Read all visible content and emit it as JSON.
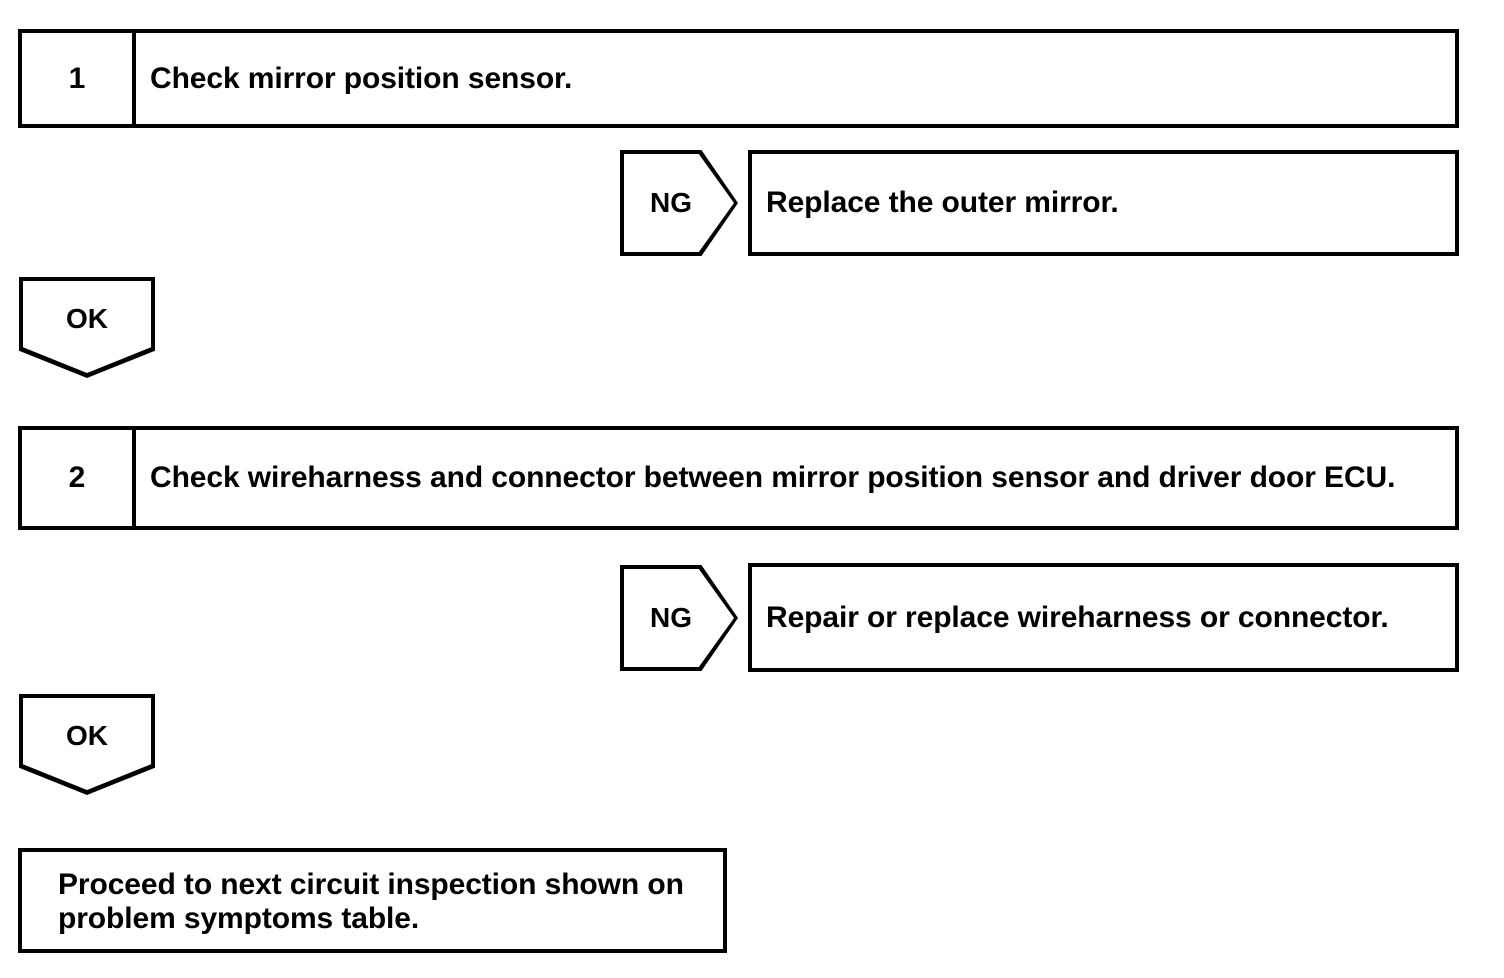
{
  "document": {
    "type": "troubleshooting-flowchart",
    "background_color": "#ffffff",
    "line_color": "#000000",
    "text_color": "#000000"
  },
  "steps": [
    {
      "number": "1",
      "text": "Check mirror position sensor.",
      "ng": {
        "label": "NG",
        "action": "Replace the outer mirror."
      },
      "ok": {
        "label": "OK"
      }
    },
    {
      "number": "2",
      "text": "Check wireharness and connector between mirror position sensor and driver door ECU.",
      "ng": {
        "label": "NG",
        "action": "Repair or replace wireharness or connector."
      },
      "ok": {
        "label": "OK"
      }
    }
  ],
  "final": {
    "text": "Proceed to next circuit inspection shown on problem symptoms table."
  }
}
